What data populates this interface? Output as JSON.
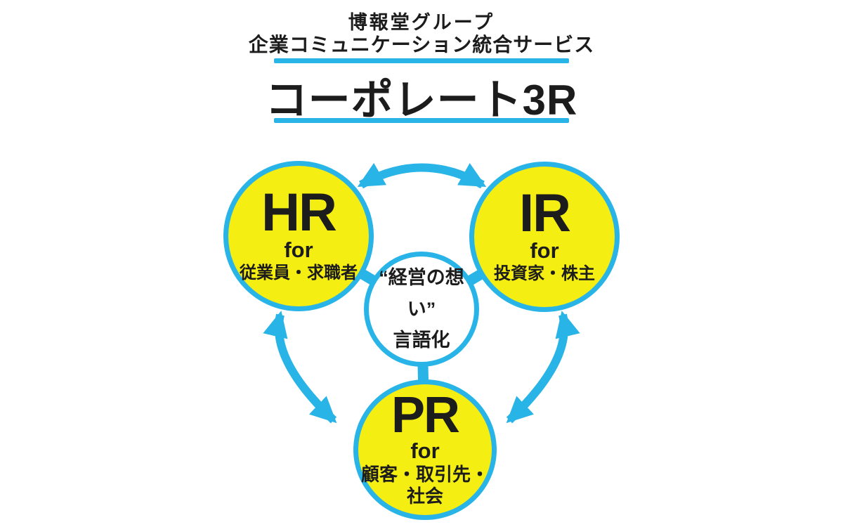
{
  "header": {
    "group_line": "博報堂グループ",
    "service_line": "企業コミュニケーション統合サービス",
    "title": "コーポレート3R"
  },
  "center_circle": {
    "line1": "“経営の想い”",
    "line2": "言語化"
  },
  "circles": [
    {
      "id": "hr",
      "abbr": "HR",
      "for_label": "for",
      "audience_line1": "従業員・求職者",
      "audience_line2": ""
    },
    {
      "id": "ir",
      "abbr": "IR",
      "for_label": "for",
      "audience_line1": "投資家・株主",
      "audience_line2": ""
    },
    {
      "id": "pr",
      "abbr": "PR",
      "for_label": "for",
      "audience_line1": "顧客・取引先・",
      "audience_line2": "社会"
    }
  ],
  "graphics": {
    "arrows": [
      "hr-ir-double-arrow",
      "hr-pr-double-arrow",
      "ir-pr-double-arrow"
    ],
    "connectors": [
      "center-hr-connector",
      "center-ir-connector",
      "center-pr-connector"
    ]
  },
  "colors": {
    "accent_cyan": "#29b4e8",
    "node_yellow": "#f4ee12",
    "text_ink": "#1c1c1c",
    "background": "#ffffff"
  }
}
